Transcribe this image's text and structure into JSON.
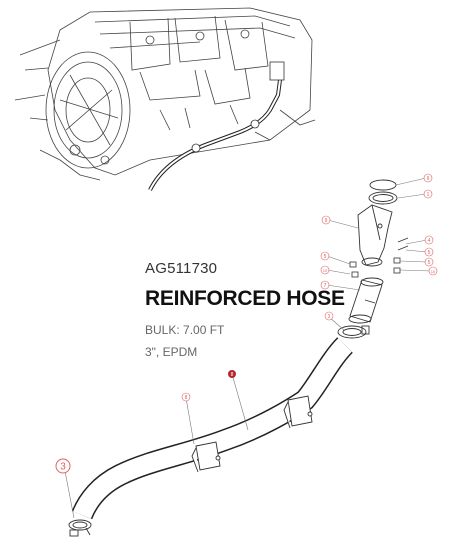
{
  "part": {
    "number": "AG511730",
    "name": "REINFORCED HOSE",
    "bulk": "BULK: 7.00 FT",
    "spec": "3\", EPDM"
  },
  "callouts": {
    "hose_selected": "8",
    "hose_secondary": "8",
    "clamp_lower": "3",
    "clamp_upper": "3",
    "top_ring_a": "6",
    "top_ring_b": "1",
    "elbow_bracket": "9",
    "bolt_right_a": "4",
    "bolt_right_b": "5",
    "washer_right": "5",
    "nut_right": "10",
    "bolt_left": "5",
    "nut_left": "10",
    "tube_upper": "7"
  },
  "colors": {
    "highlight": "#b5252b",
    "line": "#222222",
    "callout": "#e06060"
  }
}
